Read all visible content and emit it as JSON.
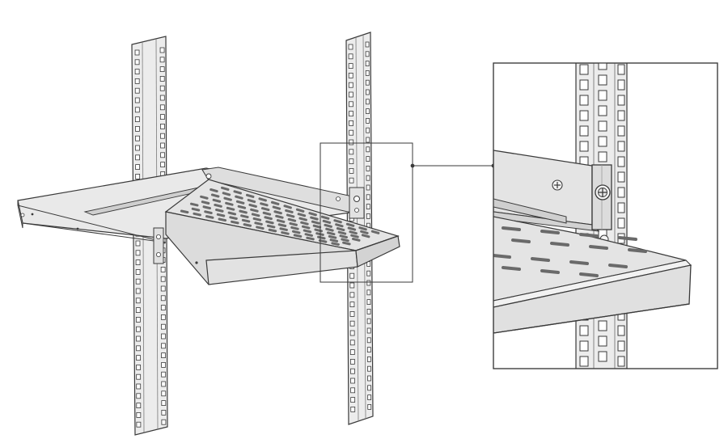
{
  "figure": {
    "subject": "sliding-rack-shelf",
    "components": [
      "front-left-rail",
      "rear-right-rail",
      "sliding-shelf",
      "detail-callout",
      "detail-zoom-panel"
    ],
    "colors": {
      "line": "#3a3a3a",
      "metal": "#e6e6e6",
      "metal_dark": "#cfcfcf",
      "metal_light": "#f3f3f3",
      "slot": "#6a6a6a",
      "background": "#ffffff"
    },
    "icons": [
      "screw-icon",
      "ventilation-slot-icon",
      "rail-square-hole-icon"
    ]
  }
}
